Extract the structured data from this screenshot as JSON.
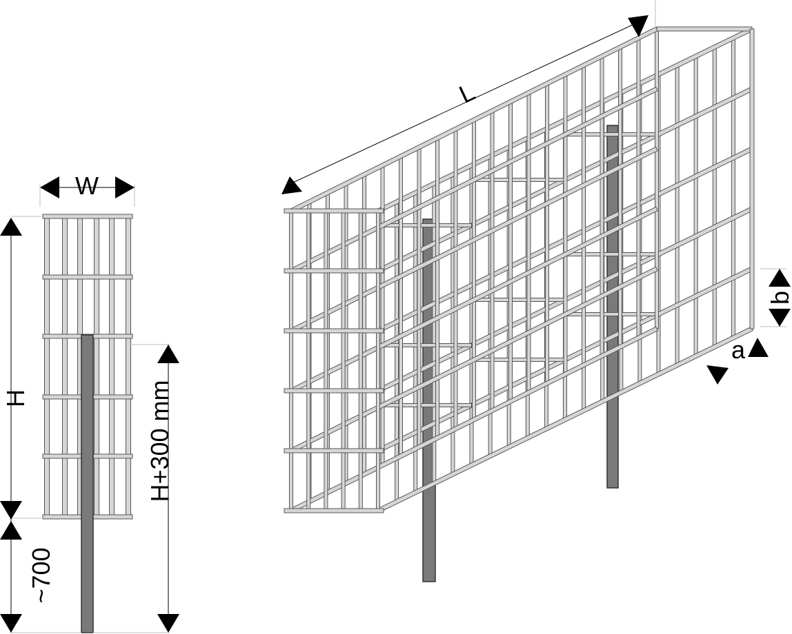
{
  "labels": {
    "width": "W",
    "height": "H",
    "post_height": "H+300 mm",
    "embed_depth": "~700",
    "length": "L",
    "mesh_a": "a",
    "mesh_b": "b"
  },
  "colors": {
    "wire_fill": "#d6d6d6",
    "wire_stroke": "#555555",
    "post_fill": "#7a7a7a",
    "post_stroke": "#333333",
    "arrow": "#000000",
    "leader": "#bdbdbd"
  }
}
